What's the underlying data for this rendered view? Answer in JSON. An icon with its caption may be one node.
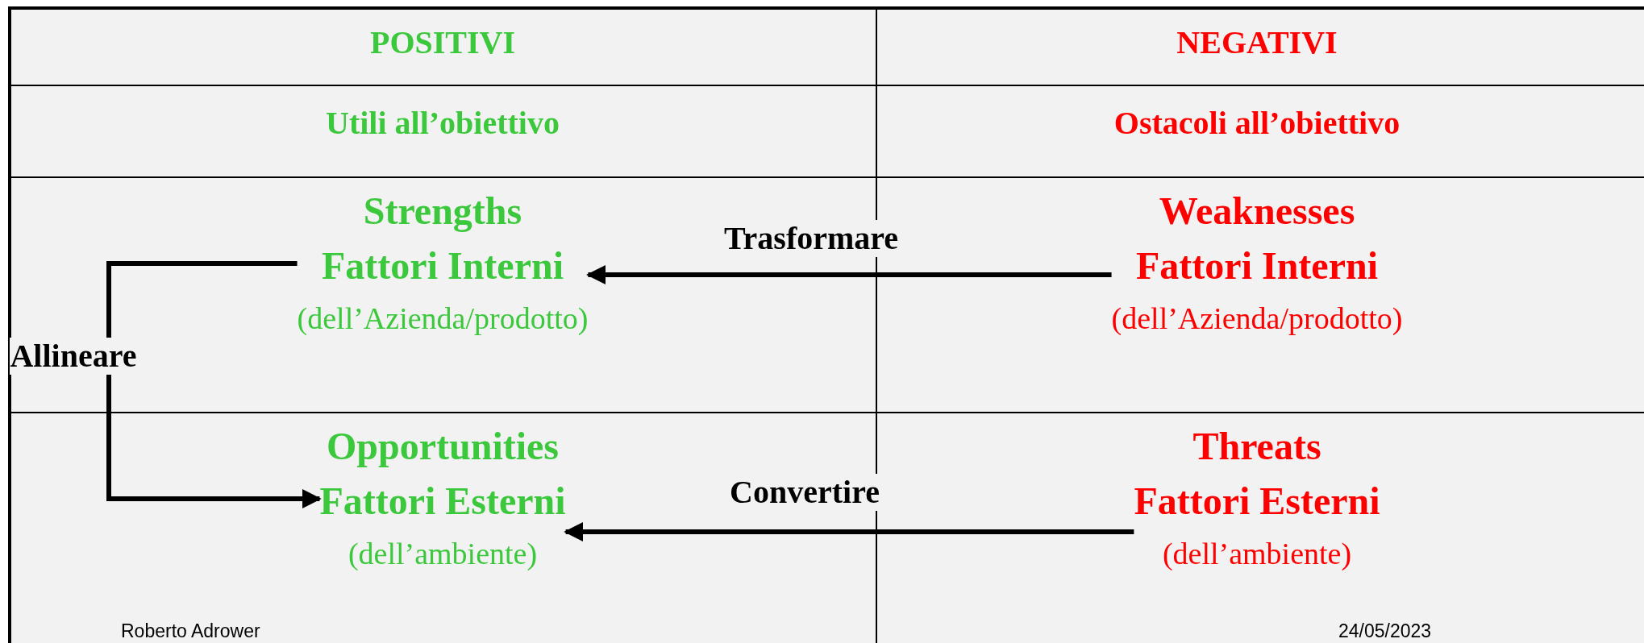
{
  "diagram": {
    "nodes": [
      {
        "text": [
          "POSITIVI"
        ]
      },
      {
        "text": [
          "NEGATIVI"
        ]
      },
      {
        "text": [
          "Utili all’obiettivo"
        ]
      },
      {
        "text": [
          "Ostacoli all’obiettivo"
        ]
      },
      {
        "text": [
          "Strengths",
          "Fattori Interni",
          "(dell’Azienda/prodotto)"
        ]
      },
      {
        "text": [
          "Weaknesses",
          "Fattori Interni",
          "(dell’Azienda/prodotto)"
        ]
      },
      {
        "text": [
          "Opportunities",
          "Fattori Esterni",
          "(dell’ambiente)"
        ]
      },
      {
        "text": [
          "Threats",
          "Fattori Esterni",
          "(dell’ambiente)"
        ]
      }
    ],
    "edges": [
      {
        "from": 5,
        "to": 4,
        "arrow": "to",
        "label": "Trasformare"
      },
      {
        "from": 4,
        "to": 6,
        "arrow": "to",
        "label": "Allineare"
      },
      {
        "from": 7,
        "to": 6,
        "arrow": "to",
        "label": "Convertire"
      }
    ],
    "labels": [
      "Roberto Adrower",
      "24/05/2023"
    ]
  }
}
